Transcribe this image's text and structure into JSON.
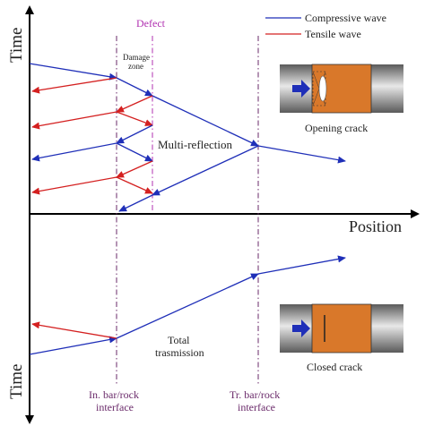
{
  "axes": {
    "time_top": "Time",
    "time_bottom": "Time",
    "position": "Position"
  },
  "labels": {
    "defect": "Defect",
    "damage_zone_line1": "Damage",
    "damage_zone_line2": "zone",
    "multi_reflection": "Multi-reflection",
    "total_line1": "Total",
    "total_line2": "trasmission",
    "in_bar_line1": "In. bar/rock",
    "in_bar_line2": "interface",
    "tr_bar_line1": "Tr. bar/rock",
    "tr_bar_line2": "interface"
  },
  "legend": {
    "compressive": "Compressive wave",
    "tensile": "Tensile wave"
  },
  "insets": {
    "opening_caption": "Opening crack",
    "closed_caption": "Closed crack"
  },
  "colors": {
    "compressive": "#1f2fb8",
    "tensile": "#d42020",
    "defect_line": "#b030b0",
    "interface_line": "#6a2a6a",
    "specimen": "#d9782a",
    "bar_grey": "#8a8a8a"
  }
}
